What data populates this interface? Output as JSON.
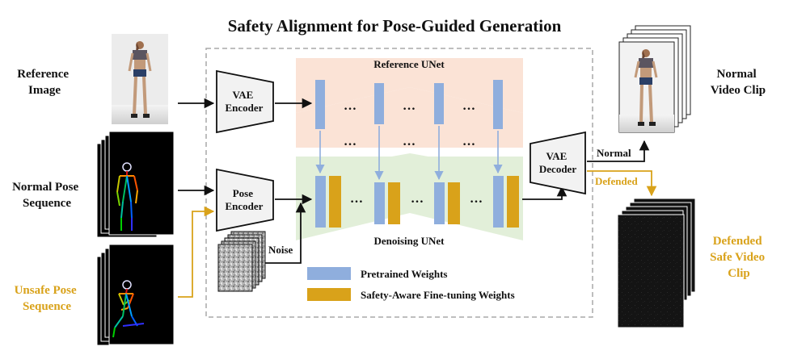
{
  "title": "Safety Alignment for Pose-Guided Generation",
  "inputs": {
    "reference_image": [
      "Reference",
      "Image"
    ],
    "normal_pose": [
      "Normal Pose",
      "Sequence"
    ],
    "unsafe_pose": [
      "Unsafe Pose",
      "Sequence"
    ]
  },
  "modules": {
    "vae_encoder": [
      "VAE",
      "Encoder"
    ],
    "pose_encoder": [
      "Pose",
      "Encoder"
    ],
    "vae_decoder": [
      "VAE",
      "Decoder"
    ],
    "reference_unet": "Reference UNet",
    "denoising_unet": "Denoising UNet",
    "noise": "Noise"
  },
  "outputs": {
    "normal_clip": [
      "Normal",
      "Video Clip"
    ],
    "defended_clip": [
      "Defended",
      "Safe Video",
      "Clip"
    ],
    "normal_edge": "Normal",
    "defended_edge": "Defended"
  },
  "legend": {
    "pretrained": "Pretrained Weights",
    "finetune": "Safety-Aware Fine-tuning Weights"
  },
  "dots": "…",
  "colors": {
    "pretrained": "#8FAEDD",
    "finetune": "#D9A21A",
    "reference_unet_bg": "#FBE3D6",
    "denoising_unet_bg": "#E2EFD9",
    "unsafe_text": "#D9A21A"
  }
}
